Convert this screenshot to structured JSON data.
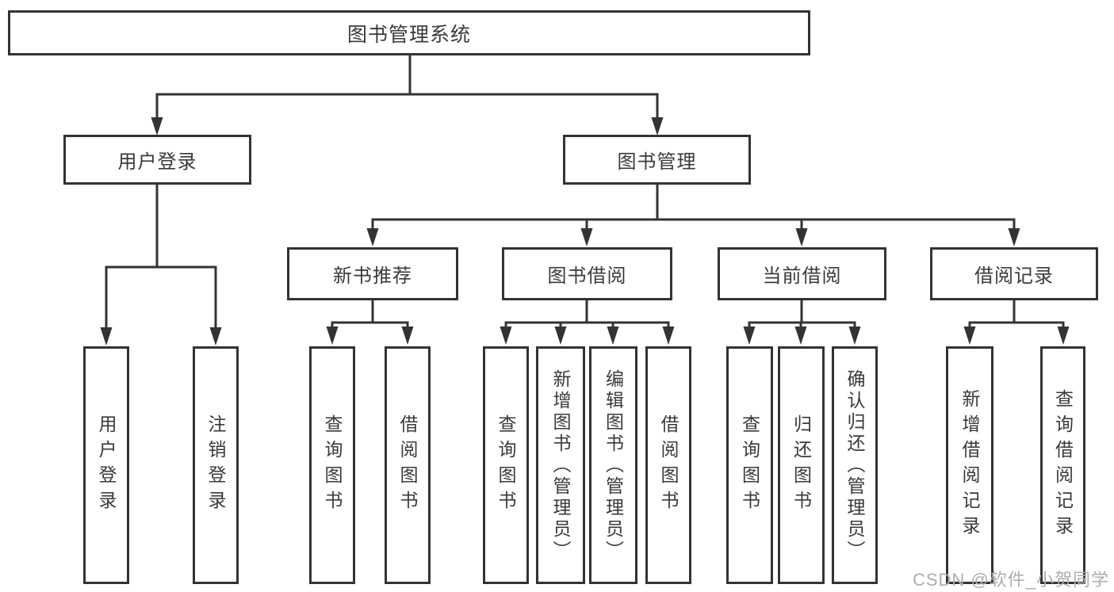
{
  "diagram": {
    "tree": {
      "root": {
        "label": "图书管理系统"
      },
      "children": [
        {
          "label": "用户登录",
          "children": [
            {
              "label": "用户登录"
            },
            {
              "label": "注销登录"
            }
          ]
        },
        {
          "label": "图书管理",
          "children": [
            {
              "label": "新书推荐",
              "children": [
                {
                  "label": "查询图书"
                },
                {
                  "label": "借阅图书"
                }
              ]
            },
            {
              "label": "图书借阅",
              "children": [
                {
                  "label": "查询图书"
                },
                {
                  "label": "新增图书（管理员）"
                },
                {
                  "label": "编辑图书（管理员）"
                },
                {
                  "label": "借阅图书"
                }
              ]
            },
            {
              "label": "当前借阅",
              "children": [
                {
                  "label": "查询图书"
                },
                {
                  "label": "归还图书"
                },
                {
                  "label": "确认归还（管理员）"
                }
              ]
            },
            {
              "label": "借阅记录",
              "children": [
                {
                  "label": "新增借阅记录"
                },
                {
                  "label": "查询借阅记录"
                }
              ]
            }
          ]
        }
      ]
    },
    "watermark": "CSDN @软件_小贺同学",
    "colors": {
      "line": "#333333",
      "box_border": "#333333",
      "box_background": "#ffffff",
      "text": "#3a3a3a",
      "watermark": "#aeaeae"
    }
  }
}
